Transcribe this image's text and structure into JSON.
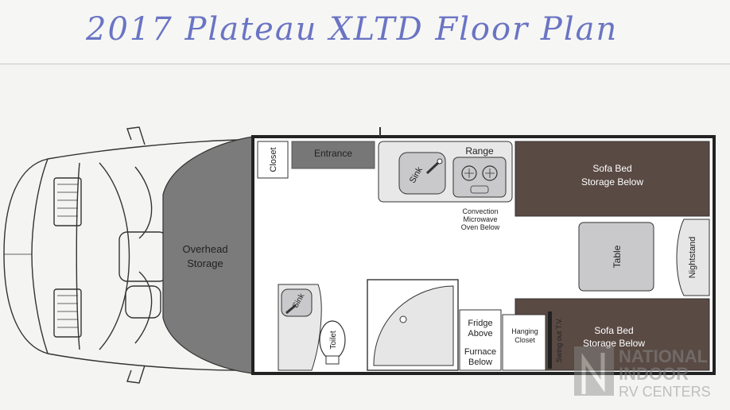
{
  "title": "2017 Plateau XLTD Floor Plan",
  "labels": {
    "closet": "Closet",
    "entrance": "Entrance",
    "sink_galley": "Sink",
    "range": "Range",
    "microwave": [
      "Convection",
      "Microwave",
      "Oven Below"
    ],
    "sofa_top": [
      "Sofa Bed",
      "Storage Below"
    ],
    "table": "Table",
    "nightstand": "Nightstand",
    "overhead": [
      "Overhead",
      "Storage"
    ],
    "sink_bath": "Sink",
    "toilet": "Toilet",
    "fridge": [
      "Fridge",
      "Above"
    ],
    "furnace": [
      "Furnace",
      "Below"
    ],
    "hanging": [
      "Hanging",
      "Closet"
    ],
    "tv": "Swing out T.V.",
    "sofa_bottom": [
      "Sofa Bed",
      "Storage Below"
    ]
  },
  "watermark": {
    "line1": "NATIONAL",
    "line2": "INDOOR",
    "line3": "RV CENTERS"
  },
  "colors": {
    "sofa": "#5a4a44",
    "gray_panel": "#7a7a7a",
    "light_gray": "#c9c9cb",
    "title_ink": "#6a74c4"
  }
}
